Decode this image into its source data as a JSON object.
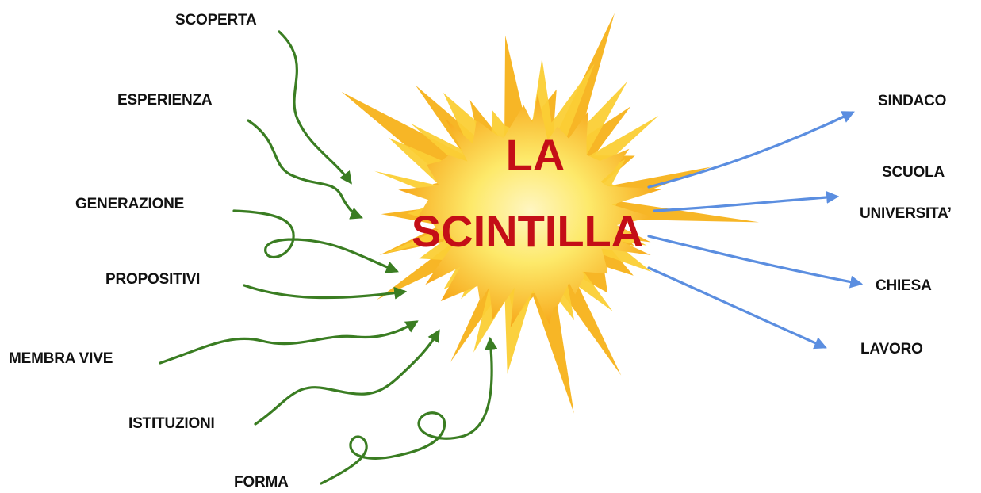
{
  "center": {
    "line1": "LA",
    "line2": "SCINTILLA"
  },
  "inputs": [
    "SCOPERTA",
    "ESPERIENZA",
    "GENERAZIONE",
    "PROPOSITIVI",
    "MEMBRA VIVE",
    "ISTITUZIONI",
    "FORMA"
  ],
  "outputs": [
    "SINDACO",
    "SCUOLA",
    "UNIVERSITA’",
    "CHIESA",
    "LAVORO"
  ],
  "colors": {
    "title": "#c40e17",
    "input_arrows": "#3a7d22",
    "output_arrows": "#5b8ee0",
    "burst_outer": "#f7b21a",
    "burst_inner": "#fde96a",
    "text": "#111111"
  }
}
